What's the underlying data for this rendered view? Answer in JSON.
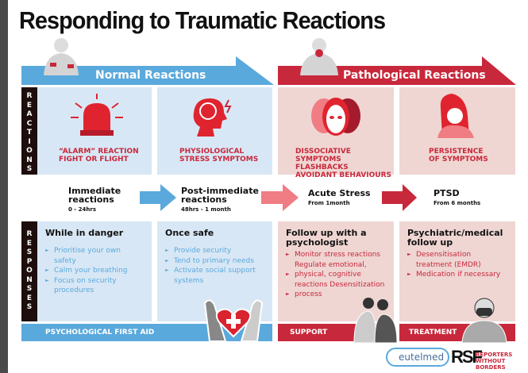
{
  "title": "Responding to Traumatic Reactions",
  "banners": {
    "normal": "Normal Reactions",
    "pathological": "Pathological Reactions"
  },
  "side_labels": {
    "reactions": "REACTIONS",
    "responses": "RESPONSES"
  },
  "reactions": [
    {
      "lines": [
        "“ALARM” REACTION",
        "FIGHT OR FLIGHT"
      ],
      "icon": "alarm-siren-icon"
    },
    {
      "lines": [
        "PHYSIOLOGICAL",
        "STRESS SYMPTOMS"
      ],
      "icon": "brain-head-icon"
    },
    {
      "lines": [
        "DISSOCIATIVE SYMPTOMS",
        "FLASHBACKS",
        "AVOIDANT BEHAVIOURS"
      ],
      "icon": "split-face-icon"
    },
    {
      "lines": [
        "PERSISTENCE",
        "OF SYMPTOMS"
      ],
      "icon": "distressed-person-icon"
    }
  ],
  "timeline": [
    {
      "title": "Immediate reactions",
      "sub": "0 - 24hrs"
    },
    {
      "title": "Post-immediate reactions",
      "sub": "48hrs - 1 month"
    },
    {
      "title": "Acute Stress",
      "sub": "From 1month"
    },
    {
      "title": "PTSD",
      "sub": "From 6 months"
    }
  ],
  "responses": [
    {
      "heading": "While in danger",
      "items": [
        "Prioritise your own safety",
        "Calm your breathing",
        "Focus on security procedures"
      ]
    },
    {
      "heading": "Once safe",
      "items": [
        "Provide security",
        "Tend to primary needs",
        "Activate social support systems"
      ]
    },
    {
      "heading": "Follow up with a psychologist",
      "items": [
        "Monitor stress reactions Regulate emotional,",
        "physical, cognitive reactions Desensitization",
        "process"
      ]
    },
    {
      "heading": "Psychiatric/medical follow up",
      "items": [
        "Desensitisation treatment (EMDR)",
        "Medication if necessary"
      ]
    }
  ],
  "bands": {
    "first_aid": "PSYCHOLOGICAL FIRST AID",
    "support": "SUPPORT",
    "treatment": "TREATMENT"
  },
  "logos": {
    "eutelmed": "eutelmed",
    "rsf": "RSF",
    "rsf_text": "REPORTERS WITHOUT BORDERS"
  },
  "colors": {
    "blue": "#5aa9dc",
    "red": "#c8283b",
    "light_blue": "#d8e7f5",
    "light_red": "#efd6d3",
    "pink_arrow": "#f07c84"
  }
}
